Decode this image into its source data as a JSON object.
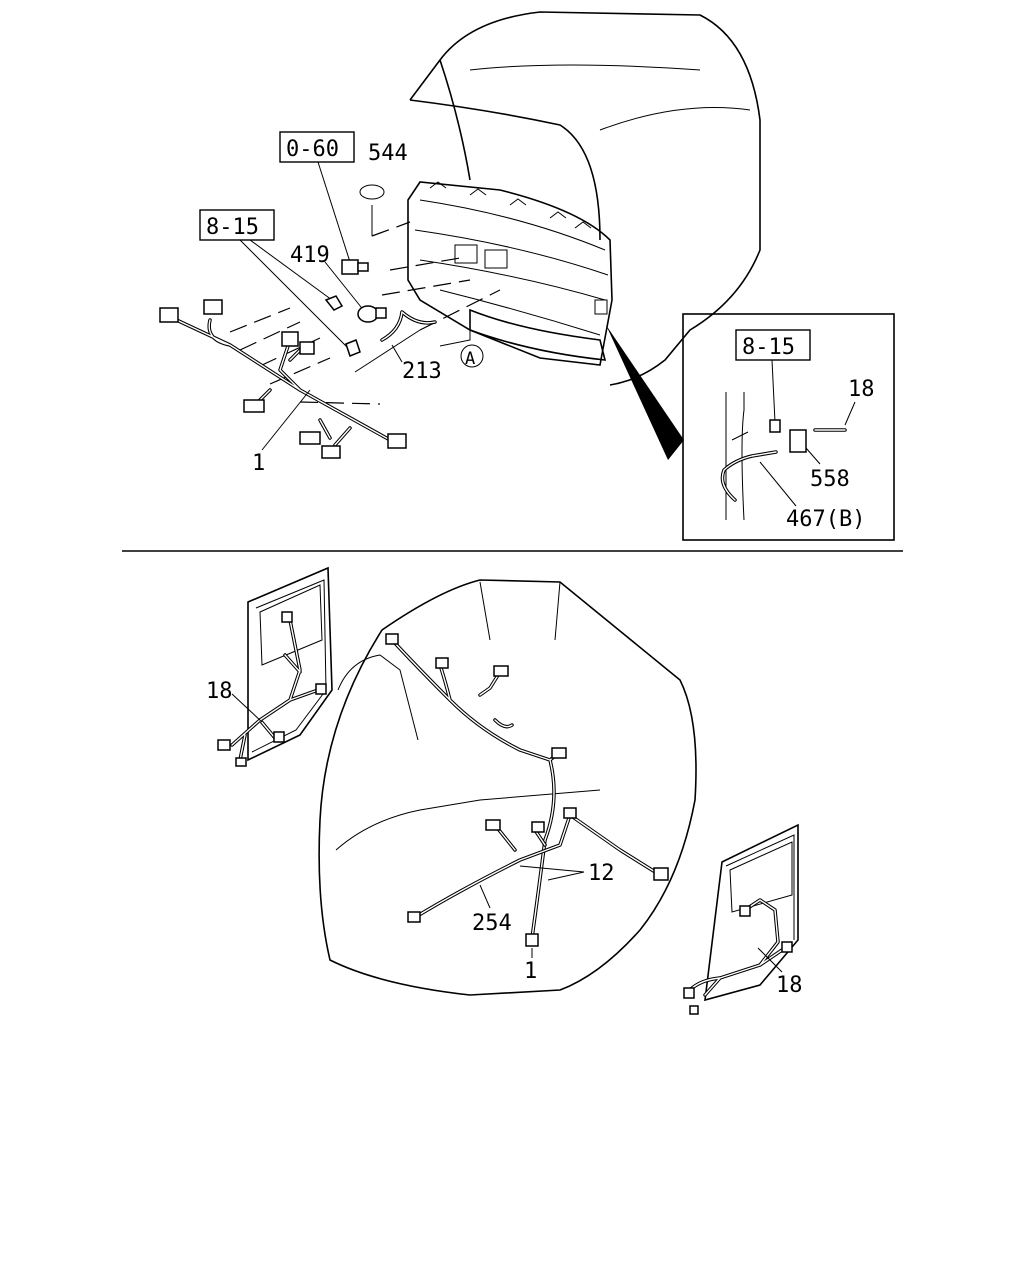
{
  "references": {
    "ref_0_60": "0-60",
    "ref_8_15_main": "8-15",
    "ref_8_15_inset": "8-15"
  },
  "callouts": {
    "c544": "544",
    "c419": "419",
    "c213": "213",
    "cA": "A",
    "c1_top": "1",
    "c18_inset": "18",
    "c558": "558",
    "c467b": "467(B)",
    "c18_left": "18",
    "c12": "12",
    "c254": "254",
    "c1_bottom": "1",
    "c18_right": "18"
  }
}
